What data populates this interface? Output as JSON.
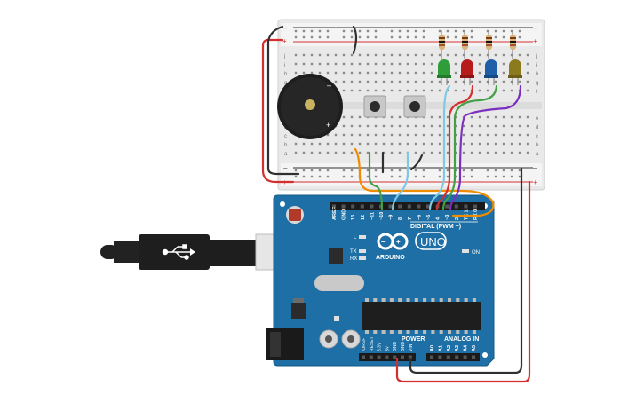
{
  "arduino": {
    "brand": "ARDUINO",
    "model": "UNO",
    "digital_label": "DIGITAL (PWM ~)",
    "power_label": "POWER",
    "analog_label": "ANALOG IN",
    "on_label": "ON",
    "led_l": "L",
    "led_tx": "TX",
    "led_rx": "RX",
    "digital_pins": [
      "AREF",
      "GND",
      "13",
      "12",
      "~11",
      "~10",
      "~9",
      "8",
      "7",
      "~6",
      "~5",
      "4",
      "~3",
      "2",
      "TX 1",
      "RX 0"
    ],
    "power_pins": [
      "IOREF",
      "RESET",
      "3.3V",
      "5V",
      "GND",
      "GND",
      "VIN"
    ],
    "analog_pins": [
      "A0",
      "A1",
      "A2",
      "A3",
      "A4",
      "A5"
    ]
  },
  "breadboard": {
    "rows_top": [
      "j",
      "i",
      "h",
      "g",
      "f"
    ],
    "rows_bottom": [
      "e",
      "d",
      "c",
      "b",
      "a"
    ],
    "rail_minus": "–",
    "rail_plus": "+"
  },
  "buzzer": {
    "minus": "–",
    "plus": "+"
  },
  "colors": {
    "board": "#1d6fa5",
    "board_dark": "#155a87",
    "breadboard": "#ececec",
    "wire_red": "#d32f2f",
    "wire_black": "#303030",
    "wire_green": "#43a047",
    "wire_blue": "#81c7e6",
    "wire_orange": "#f08c00",
    "wire_purple": "#7b2fbf",
    "led_green": "#2e9d3a",
    "led_red": "#b71c1c",
    "led_blue": "#1e5fa8",
    "led_yellow": "#8c7a1e"
  },
  "icons": [
    "usb-icon",
    "arduino-infinity-logo-icon"
  ]
}
